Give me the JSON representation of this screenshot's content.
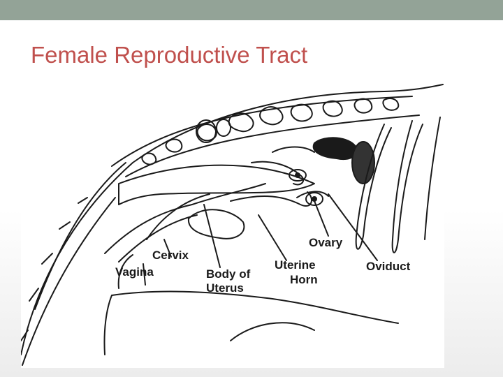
{
  "slide": {
    "title": "Female Reproductive Tract"
  },
  "diagram": {
    "labels": {
      "vagina": "Vagina",
      "cervix": "Cervix",
      "body_of_uterus_line1": "Body of",
      "body_of_uterus_line2": "Uterus",
      "uterine_horn_line1": "Uterine",
      "uterine_horn_line2": "Horn",
      "ovary": "Ovary",
      "oviduct": "Oviduct"
    }
  },
  "colors": {
    "top_bar": "#93a397",
    "title": "#c0504d",
    "line_art": "#1a1a1a"
  }
}
